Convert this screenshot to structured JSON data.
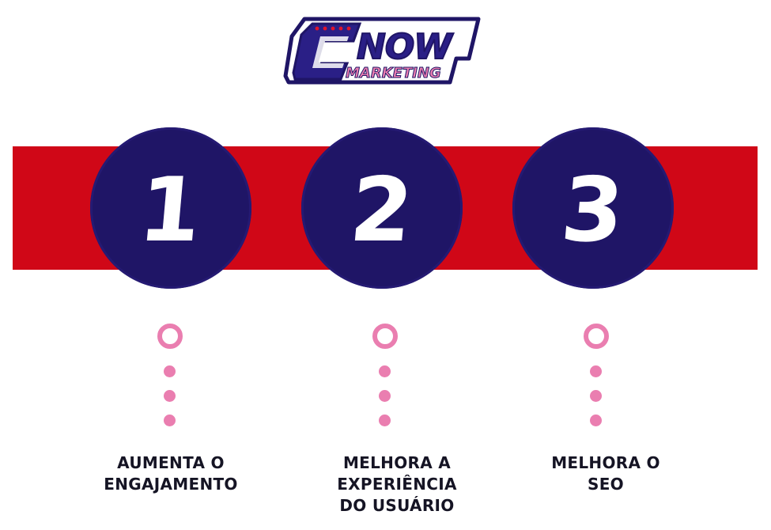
{
  "brand": {
    "logo_main": "NOW",
    "logo_sub": "MARKETING",
    "colors": {
      "navy": "#1f1566",
      "red": "#d00717",
      "pink": "#ea7eb0",
      "text": "#151424"
    }
  },
  "steps": [
    {
      "number": "1",
      "lines": [
        "AUMENTA O",
        "ENGAJAMENTO"
      ]
    },
    {
      "number": "2",
      "lines": [
        "MELHORA A",
        "EXPERIÊNCIA",
        "DO USUÁRIO"
      ]
    },
    {
      "number": "3",
      "lines": [
        "MELHORA O",
        "SEO"
      ]
    }
  ]
}
